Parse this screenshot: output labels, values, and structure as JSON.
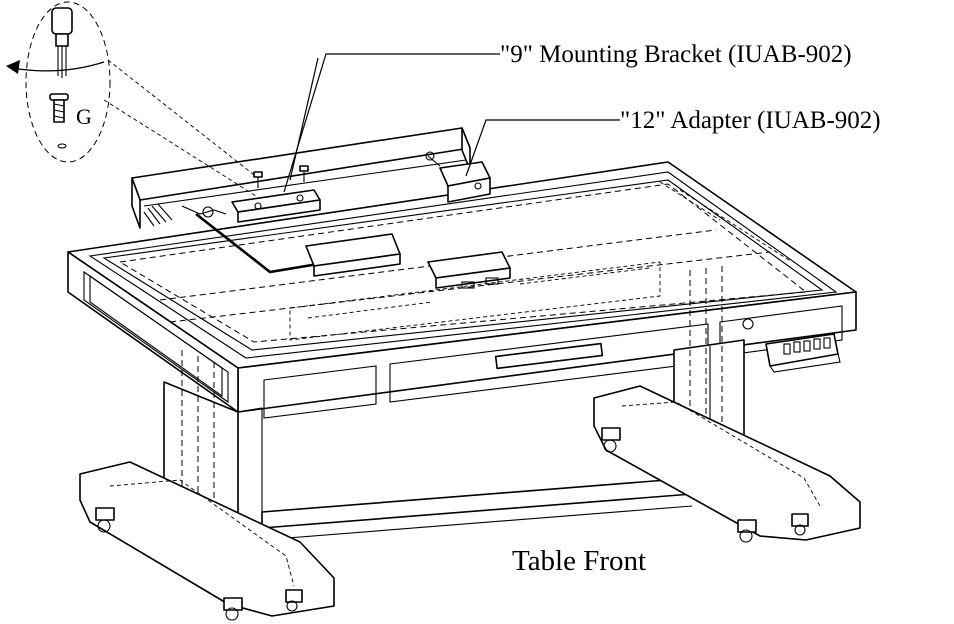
{
  "callouts": {
    "mounting_bracket": "\"9\" Mounting Bracket (IUAB-902)",
    "adapter": "\"12\" Adapter (IUAB-902)"
  },
  "detail": {
    "screw_letter": "G"
  },
  "footer": {
    "table_front": "Table Front"
  }
}
